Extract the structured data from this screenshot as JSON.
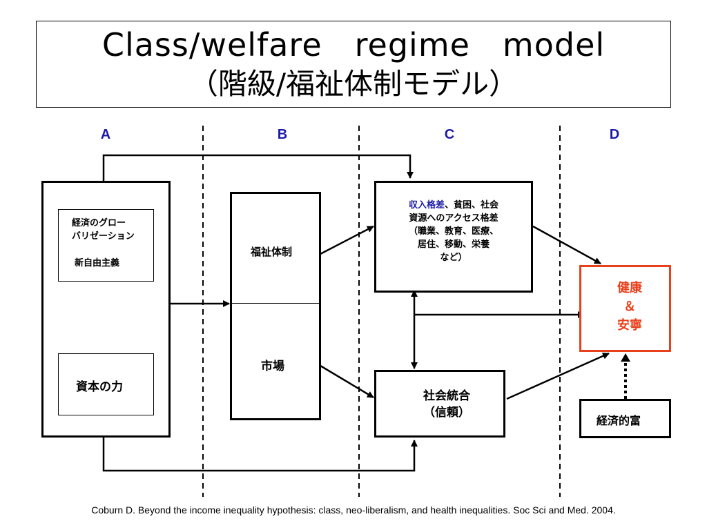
{
  "title": {
    "english": "Class/welfare　regime　model",
    "japanese": "（階級/福祉体制モデル）"
  },
  "columns": [
    "A",
    "B",
    "C",
    "D"
  ],
  "boxes": {
    "globalization": "経済のグロー\nバリゼーション",
    "neoliberalism": "新自由主義",
    "capital_power": "資本の力",
    "welfare_regime": "福祉体制",
    "market": "市場",
    "income_gap_highlight": "収入格差",
    "income_gap_rest": "、貧困、社会\n資源へのアクセス格差\n（職業、教育、医療、\n居住、移動、栄養\nなど）",
    "social_cohesion": "社会統合\n（信頼）",
    "health": "健康\n＆\n安寧",
    "economic_wealth": "経済的富"
  },
  "citation": "Coburn D. Beyond the income inequality hypothesis: class, neo-liberalism, and health inequalities. Soc Sci and Med. 2004.",
  "colors": {
    "label_blue": "#1a1aa6",
    "health_red": "#e8401c",
    "highlight_blue": "#1a1aa6"
  }
}
